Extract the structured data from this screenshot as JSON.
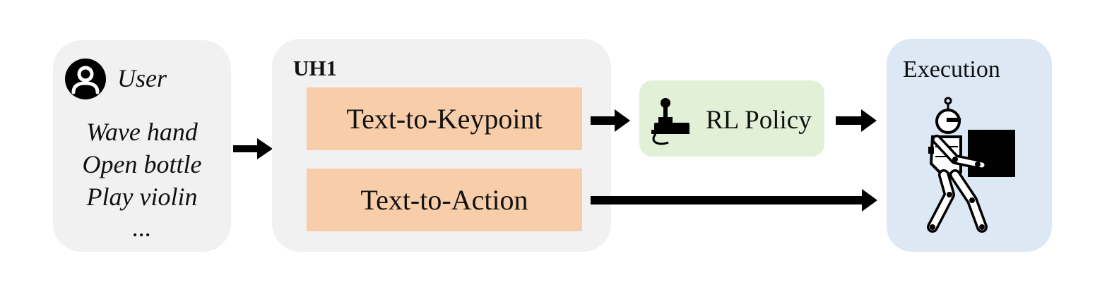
{
  "user": {
    "title": "User",
    "commands": [
      "Wave hand",
      "Open bottle",
      "Play violin",
      "..."
    ],
    "icon": "user-avatar-icon"
  },
  "uh1": {
    "title": "UH1",
    "modules": [
      "Text-to-Keypoint",
      "Text-to-Action"
    ]
  },
  "policy": {
    "label": "RL Policy",
    "icon": "joystick-icon"
  },
  "execution": {
    "title": "Execution",
    "icon": "robot-carrying-box-icon"
  },
  "colors": {
    "panel_gray": "#f1f1f1",
    "module_orange": "#f8cdaa",
    "policy_green": "#e2f0d8",
    "execution_blue": "#dce8f4",
    "arrow": "#000000"
  }
}
